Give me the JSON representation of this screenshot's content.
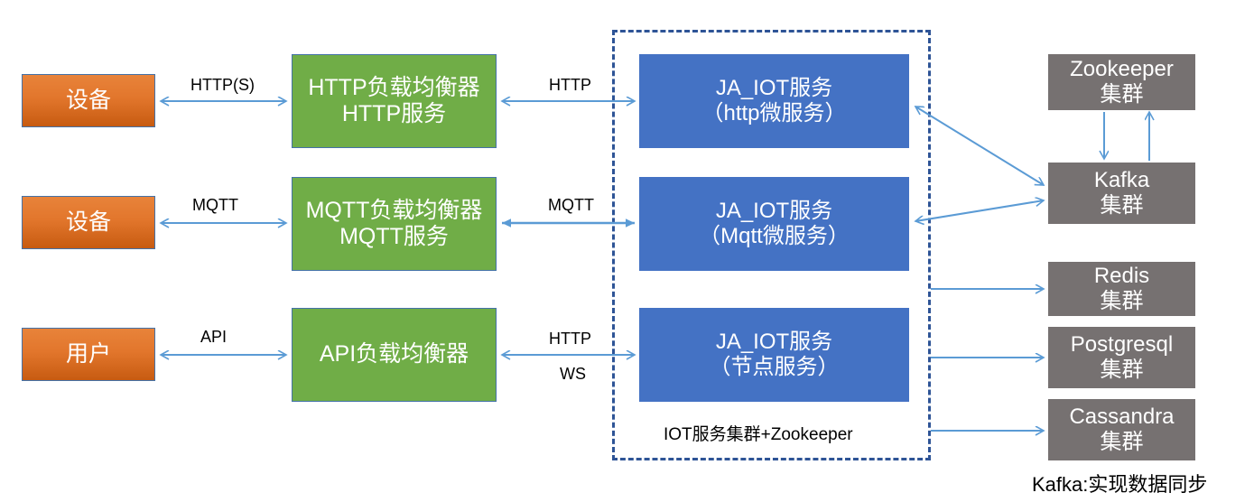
{
  "diagram": {
    "title_note": "Kafka:实现数据同步",
    "group": {
      "caption": "IOT服务集群+Zookeeper"
    },
    "colors": {
      "orange": "#E2762C",
      "green": "#70AD47",
      "blue": "#4472C4",
      "gray": "#767171",
      "arrow": "#5B9BD5",
      "dashed_border": "#2E5496"
    },
    "left_nodes": [
      {
        "id": "device-http",
        "label": "设备"
      },
      {
        "id": "device-mqtt",
        "label": "设备"
      },
      {
        "id": "user-api",
        "label": "用户"
      }
    ],
    "balancer_nodes": [
      {
        "id": "http-balancer",
        "line1": "HTTP负载均衡器",
        "line2": "HTTP服务"
      },
      {
        "id": "mqtt-balancer",
        "line1": "MQTT负载均衡器",
        "line2": "MQTT服务"
      },
      {
        "id": "api-balancer",
        "line1": "API负载均衡器",
        "line2": ""
      }
    ],
    "service_nodes": [
      {
        "id": "ja-iot-http",
        "line1": "JA_IOT服务",
        "line2": "（http微服务）"
      },
      {
        "id": "ja-iot-mqtt",
        "line1": "JA_IOT服务",
        "line2": "（Mqtt微服务）"
      },
      {
        "id": "ja-iot-node",
        "line1": "JA_IOT服务",
        "line2": "（节点服务）"
      }
    ],
    "cluster_nodes": [
      {
        "id": "zookeeper",
        "line1": "Zookeeper",
        "line2": "集群"
      },
      {
        "id": "kafka",
        "line1": "Kafka",
        "line2": "集群"
      },
      {
        "id": "redis",
        "line1": "Redis",
        "line2": "集群"
      },
      {
        "id": "postgresql",
        "line1": "Postgresql",
        "line2": "集群"
      },
      {
        "id": "cassandra",
        "line1": "Cassandra",
        "line2": "集群"
      }
    ],
    "edge_labels": [
      {
        "id": "edge-http-s",
        "text": "HTTP(S)"
      },
      {
        "id": "edge-mqtt-left",
        "text": "MQTT"
      },
      {
        "id": "edge-api",
        "text": "API"
      },
      {
        "id": "edge-http-right",
        "text": "HTTP"
      },
      {
        "id": "edge-mqtt-right",
        "text": "MQTT"
      },
      {
        "id": "edge-http-api",
        "text": "HTTP"
      },
      {
        "id": "edge-ws-api",
        "text": "WS"
      }
    ]
  }
}
